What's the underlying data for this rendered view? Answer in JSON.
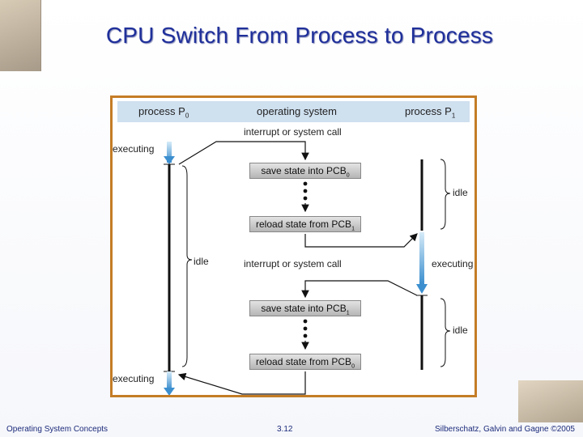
{
  "slide": {
    "title": "CPU Switch From Process to Process",
    "footer_left": "Operating System Concepts",
    "footer_center": "3.12",
    "footer_right": "Silberschatz, Galvin and Gagne ©2005"
  },
  "diagram": {
    "header": {
      "p0": "process P",
      "p0_sub": "0",
      "os": "operating system",
      "p1": "process P",
      "p1_sub": "1"
    },
    "labels": {
      "interrupt1": "interrupt or system call",
      "interrupt2": "interrupt or system call",
      "executing_top": "executing",
      "executing_mid": "executing",
      "executing_bot": "executing",
      "idle_left": "idle",
      "idle_right_top": "idle",
      "idle_right_bot": "idle"
    },
    "boxes": {
      "save1": "save state into PCB",
      "save1_sub": "0",
      "reload1": "reload state from PCB",
      "reload1_sub": "1",
      "save2": "save state into PCB",
      "save2_sub": "1",
      "reload2": "reload state from PCB",
      "reload2_sub": "0"
    },
    "colors": {
      "frame": "#c47d26",
      "header": "#cfe0ef",
      "title": "#1f2f9a",
      "arrow_blue": "#5aa3d8"
    }
  }
}
